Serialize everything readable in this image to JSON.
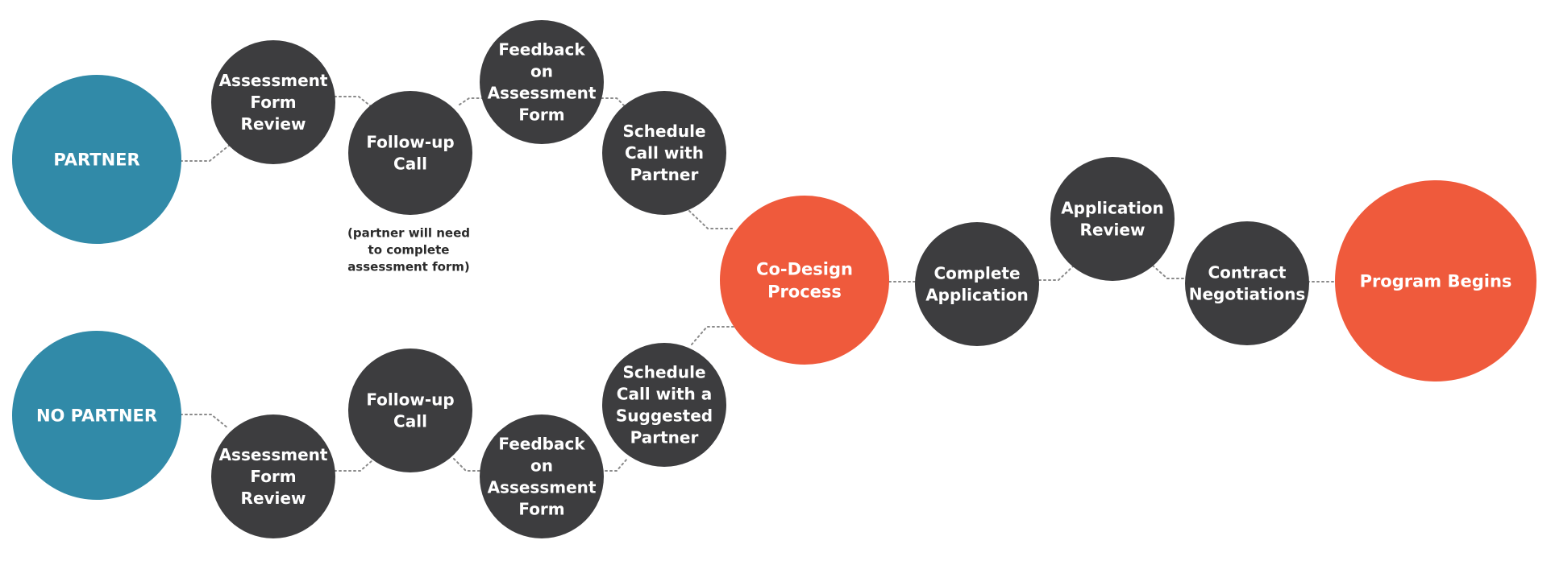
{
  "colors": {
    "start_node": "#318aa8",
    "step_node": "#3d3d3f",
    "milestone_node": "#ef5a3c",
    "connector": "#8a8a8a",
    "label_text": "#ffffff",
    "note_text": "#2b2b2b"
  },
  "paths": {
    "partner": {
      "start": {
        "lines": [
          "PARTNER"
        ]
      },
      "assessment_form_review": {
        "lines": [
          "Assessment",
          "Form",
          "Review"
        ]
      },
      "follow_up_call": {
        "lines": [
          "Follow-up",
          "Call"
        ]
      },
      "follow_up_note": {
        "lines": [
          "(partner will need",
          "to complete",
          "assessment form)"
        ]
      },
      "feedback": {
        "lines": [
          "Feedback",
          "on",
          "Assessment",
          "Form"
        ]
      },
      "schedule_call": {
        "lines": [
          "Schedule",
          "Call with",
          "Partner"
        ]
      }
    },
    "no_partner": {
      "start": {
        "lines": [
          "NO PARTNER"
        ]
      },
      "assessment_form_review": {
        "lines": [
          "Assessment",
          "Form",
          "Review"
        ]
      },
      "follow_up_call": {
        "lines": [
          "Follow-up",
          "Call"
        ]
      },
      "feedback": {
        "lines": [
          "Feedback",
          "on",
          "Assessment",
          "Form"
        ]
      },
      "schedule_call": {
        "lines": [
          "Schedule",
          "Call with a",
          "Suggested",
          "Partner"
        ]
      }
    }
  },
  "shared_flow": {
    "co_design": {
      "lines": [
        "Co-Design",
        "Process"
      ]
    },
    "complete_application": {
      "lines": [
        "Complete",
        "Application"
      ]
    },
    "application_review": {
      "lines": [
        "Application",
        "Review"
      ]
    },
    "contract_negotiations": {
      "lines": [
        "Contract",
        "Negotiations"
      ]
    },
    "program_begins": {
      "lines": [
        "Program Begins"
      ]
    }
  }
}
